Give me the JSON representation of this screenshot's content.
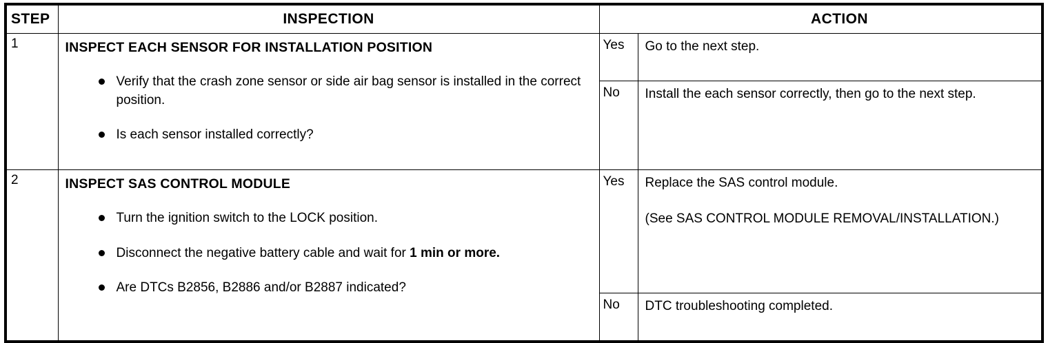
{
  "document": {
    "type": "dtc-troubleshooting-table",
    "headers": {
      "step": "STEP",
      "inspection": "INSPECTION",
      "action": "ACTION",
      "result_blank": ""
    }
  },
  "rows": [
    {
      "step": "1",
      "inspection": {
        "title": "INSPECT EACH SENSOR FOR INSTALLATION POSITION",
        "bullets": [
          "Verify that the crash zone sensor or side air bag sensor is installed in the correct position.",
          "Is each sensor installed correctly?"
        ]
      },
      "results": [
        {
          "label": "Yes",
          "action_lines": [
            "Go to the next step."
          ]
        },
        {
          "label": "No",
          "action_lines": [
            "Install the each sensor correctly, then go to the next step."
          ]
        }
      ]
    },
    {
      "step": "2",
      "inspection": {
        "title": "INSPECT SAS CONTROL MODULE",
        "bullets": [
          "Turn the ignition switch to the LOCK position.",
          "Disconnect the negative battery cable and wait for 1 min or more.",
          "Are DTCs B2856, B2886 and/or B2887 indicated?"
        ],
        "bullet_bold_fragments": [
          "1 min or more."
        ]
      },
      "results": [
        {
          "label": "Yes",
          "action_lines": [
            "Replace the SAS control module.",
            "(See SAS CONTROL MODULE REMOVAL/INSTALLATION.)"
          ]
        },
        {
          "label": "No",
          "action_lines": [
            "DTC troubleshooting completed."
          ]
        }
      ]
    }
  ],
  "colors": {
    "background": "#ffffff",
    "ink": "#000000",
    "border": "#000000"
  }
}
